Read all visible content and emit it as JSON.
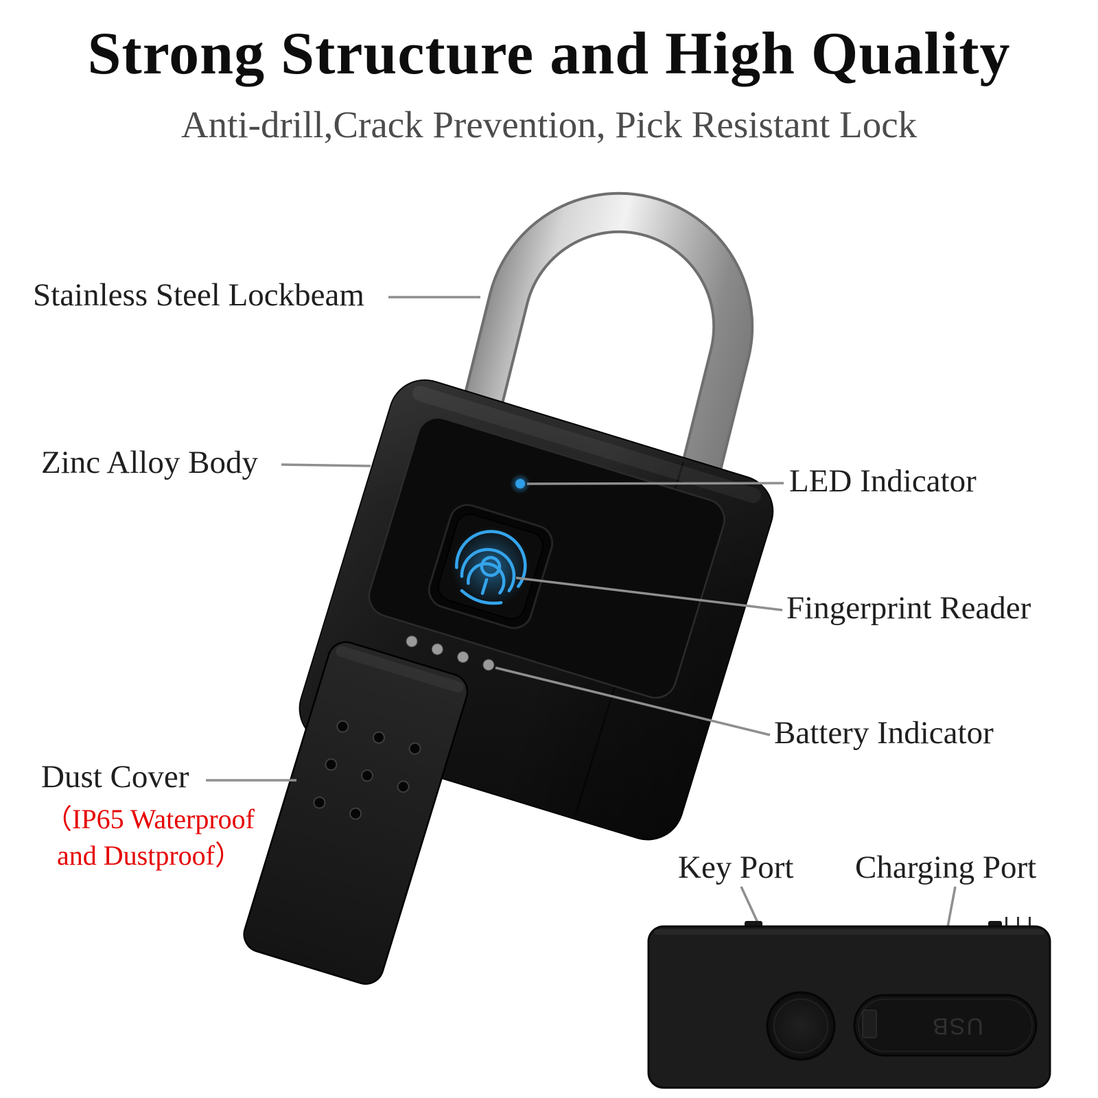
{
  "title": "Strong Structure and High Quality",
  "subtitle": "Anti-drill,Crack Prevention, Pick Resistant Lock",
  "callouts": {
    "lockbeam": "Stainless Steel Lockbeam",
    "body": "Zinc Alloy Body",
    "led": "LED Indicator",
    "fingerprint": "Fingerprint Reader",
    "battery": "Battery Indicator",
    "dust_cover": "Dust Cover",
    "dust_cover_note_line1": "（IP65 Waterproof",
    "dust_cover_note_line2": "and Dustproof）",
    "key_port": "Key Port",
    "charging_port": "Charging Port"
  },
  "bottom_view": {
    "usb_label": "USB"
  },
  "colors": {
    "accent_blue": "#34a5ec",
    "note_red": "#e60000",
    "leader_gray": "#8f8f8f"
  }
}
